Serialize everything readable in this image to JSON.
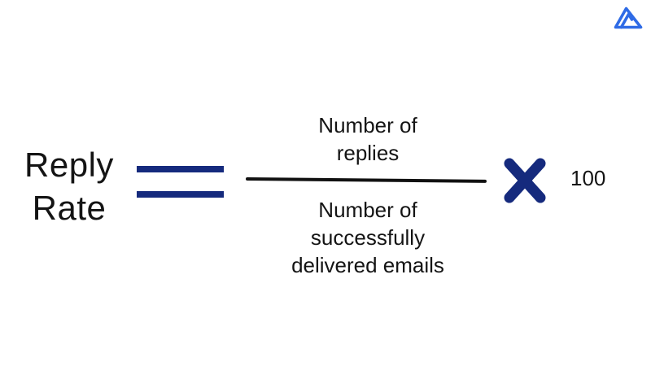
{
  "colors": {
    "accent_navy": "#152a7d",
    "logo_blue": "#2e6be6",
    "text_black": "#141414",
    "line_black": "#111111"
  },
  "brand": {
    "logo_icon": "mountain-logo-icon"
  },
  "formula": {
    "lhs_lines": [
      "Reply",
      "Rate"
    ],
    "equals_symbol": "=",
    "numerator_lines": [
      "Number of",
      "replies"
    ],
    "denominator_lines": [
      "Number of",
      "successfully",
      "delivered emails"
    ],
    "multiply_symbol": "×",
    "multiplier_value": "100"
  }
}
